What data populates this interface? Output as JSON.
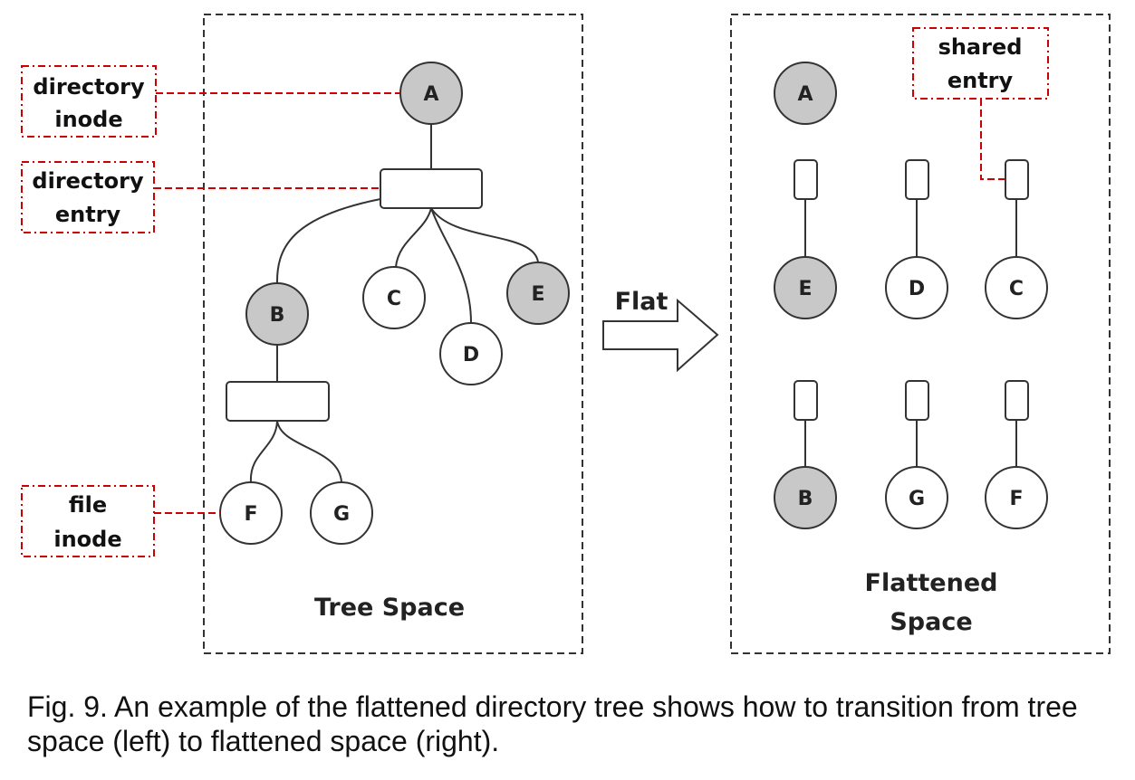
{
  "diagram": {
    "tree_space_title": "Tree Space",
    "flattened_space_title": [
      "Flattened",
      "Space"
    ],
    "flat_arrow_label": "Flat",
    "callouts": {
      "directory_inode": [
        "directory",
        "inode"
      ],
      "directory_entry": [
        "directory",
        "entry"
      ],
      "file_inode": [
        "file",
        "inode"
      ],
      "shared_entry": [
        "shared",
        "entry"
      ]
    },
    "tree_nodes": [
      {
        "id": "A",
        "type": "directory"
      },
      {
        "id": "B",
        "type": "directory"
      },
      {
        "id": "C",
        "type": "file"
      },
      {
        "id": "D",
        "type": "file"
      },
      {
        "id": "E",
        "type": "directory"
      },
      {
        "id": "F",
        "type": "file"
      },
      {
        "id": "G",
        "type": "file"
      }
    ],
    "tree_edges": [
      {
        "from": "A",
        "to": "A-entry"
      },
      {
        "from": "A-entry",
        "to": "B"
      },
      {
        "from": "A-entry",
        "to": "C"
      },
      {
        "from": "A-entry",
        "to": "D"
      },
      {
        "from": "A-entry",
        "to": "E"
      },
      {
        "from": "B",
        "to": "B-entry"
      },
      {
        "from": "B-entry",
        "to": "F"
      },
      {
        "from": "B-entry",
        "to": "G"
      }
    ],
    "flattened_nodes": [
      {
        "id": "A",
        "type": "directory",
        "has_entry": false
      },
      {
        "id": "E",
        "type": "directory",
        "has_entry": true
      },
      {
        "id": "D",
        "type": "file",
        "has_entry": true
      },
      {
        "id": "C",
        "type": "file",
        "has_entry": true
      },
      {
        "id": "B",
        "type": "directory",
        "has_entry": true
      },
      {
        "id": "G",
        "type": "file",
        "has_entry": true
      },
      {
        "id": "F",
        "type": "file",
        "has_entry": true
      }
    ],
    "colors": {
      "directory_fill": "#c8c8c8",
      "file_fill": "#ffffff",
      "stroke": "#333333",
      "callout_border": "#cc0000"
    }
  },
  "caption": "Fig. 9. An example of the flattened directory tree shows how to transition from tree space (left) to flattened space (right)."
}
